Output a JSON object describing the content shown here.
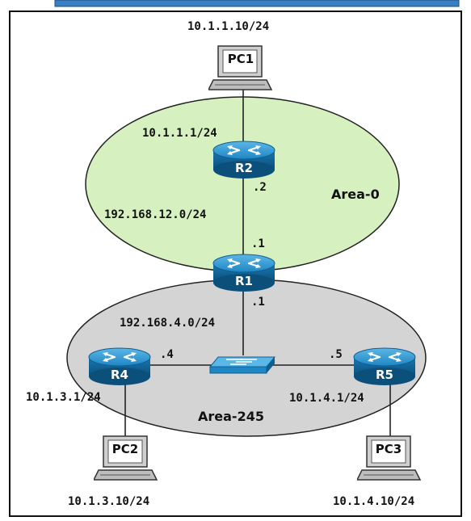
{
  "colors": {
    "area0_fill": "#d6f0c0",
    "area245_fill": "#d4d4d4",
    "router_blue": "#1e86c4",
    "router_dark": "#0f5f91",
    "frame": "#111111",
    "top_bar": "#3a7fc1"
  },
  "areas": {
    "area0": "Area-0",
    "area245": "Area-245"
  },
  "devices": {
    "r1": "R1",
    "r2": "R2",
    "r4": "R4",
    "r5": "R5",
    "pc1": "PC1",
    "pc2": "PC2",
    "pc3": "PC3",
    "switch_icon": "switch-icon"
  },
  "addresses": {
    "pc1": "10.1.1.10/24",
    "r2_lan": "10.1.1.1/24",
    "r2_if": ".2",
    "net12": "192.168.12.0/24",
    "r1_top": ".1",
    "r1_bottom": ".1",
    "net4": "192.168.4.0/24",
    "r4_if": ".4",
    "r5_if": ".5",
    "r4_lan": "10.1.3.1/24",
    "r5_lan": "10.1.4.1/24",
    "pc2": "10.1.3.10/24",
    "pc3": "10.1.4.10/24"
  }
}
